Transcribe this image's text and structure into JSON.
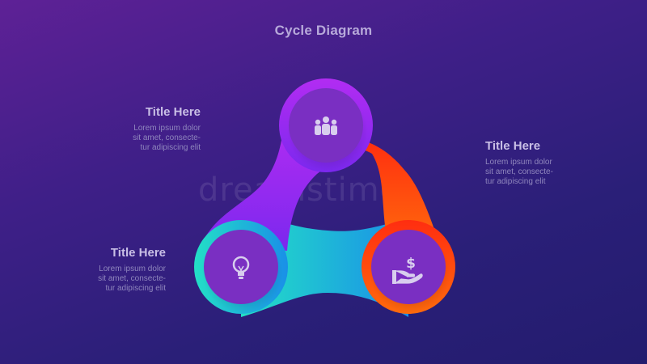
{
  "diagram": {
    "title": "Cycle Diagram",
    "watermark": "dreamstime",
    "items": [
      {
        "title": "Title Here",
        "body": "Lorem ipsum dolor\nsit amet, consecte-\ntur adipiscing elit",
        "icon": "people-group-icon"
      },
      {
        "title": "Title Here",
        "body": "Lorem ipsum dolor\nsit amet, consecte-\ntur adipiscing elit",
        "icon": "hand-dollar-icon"
      },
      {
        "title": "Title Here",
        "body": "Lorem ipsum dolor\nsit amet, consecte-\ntur adipiscing elit",
        "icon": "lightbulb-icon"
      }
    ]
  },
  "colors": {
    "background": "#3a1f86",
    "purple": "#9b2cf0",
    "orange": "#ff4a10",
    "cyan": "#1ec6e0",
    "circle": "#7a2fc2",
    "text": "#c9bfe6"
  }
}
